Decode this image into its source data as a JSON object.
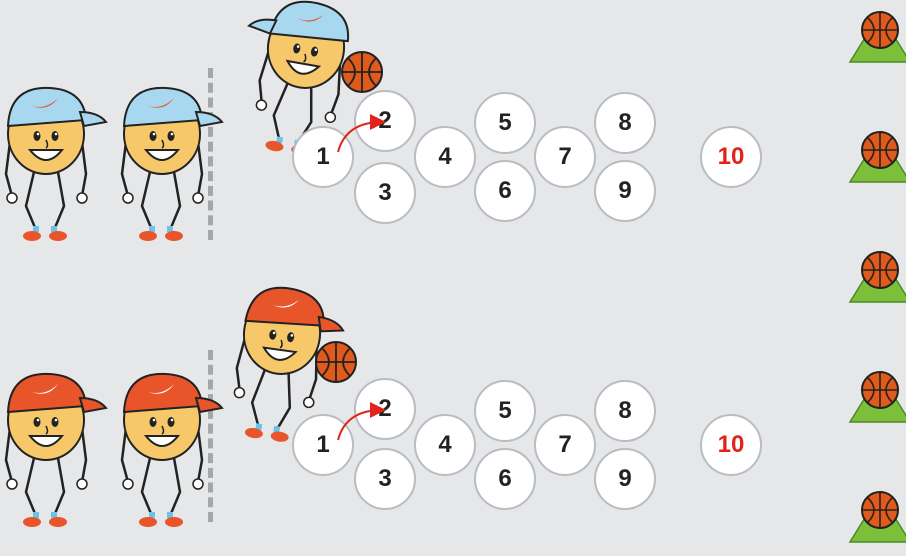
{
  "colors": {
    "background": "#e6e7e9",
    "circle_fill": "#ffffff",
    "circle_border": "#b9bcc0",
    "number_text": "#222222",
    "target_number": "#e2231a",
    "cap_blue": "#a8d8f0",
    "cap_orange": "#e8552a",
    "cone_green": "#7bbf3b",
    "ball_orange": "#e05a1c"
  },
  "rows": [
    {
      "team": "blue",
      "numbers": [
        "1",
        "2",
        "3",
        "4",
        "5",
        "6",
        "7",
        "8",
        "9",
        "10"
      ]
    },
    {
      "team": "orange",
      "numbers": [
        "1",
        "2",
        "3",
        "4",
        "5",
        "6",
        "7",
        "8",
        "9",
        "10"
      ]
    }
  ],
  "cones": [
    "cone-1",
    "cone-2",
    "cone-3",
    "cone-4",
    "cone-5"
  ],
  "icons": {
    "player": "cartoon-player-icon",
    "ball": "basketball-icon",
    "cone": "cone-with-ball-icon",
    "pass": "pass-arrow-icon"
  }
}
